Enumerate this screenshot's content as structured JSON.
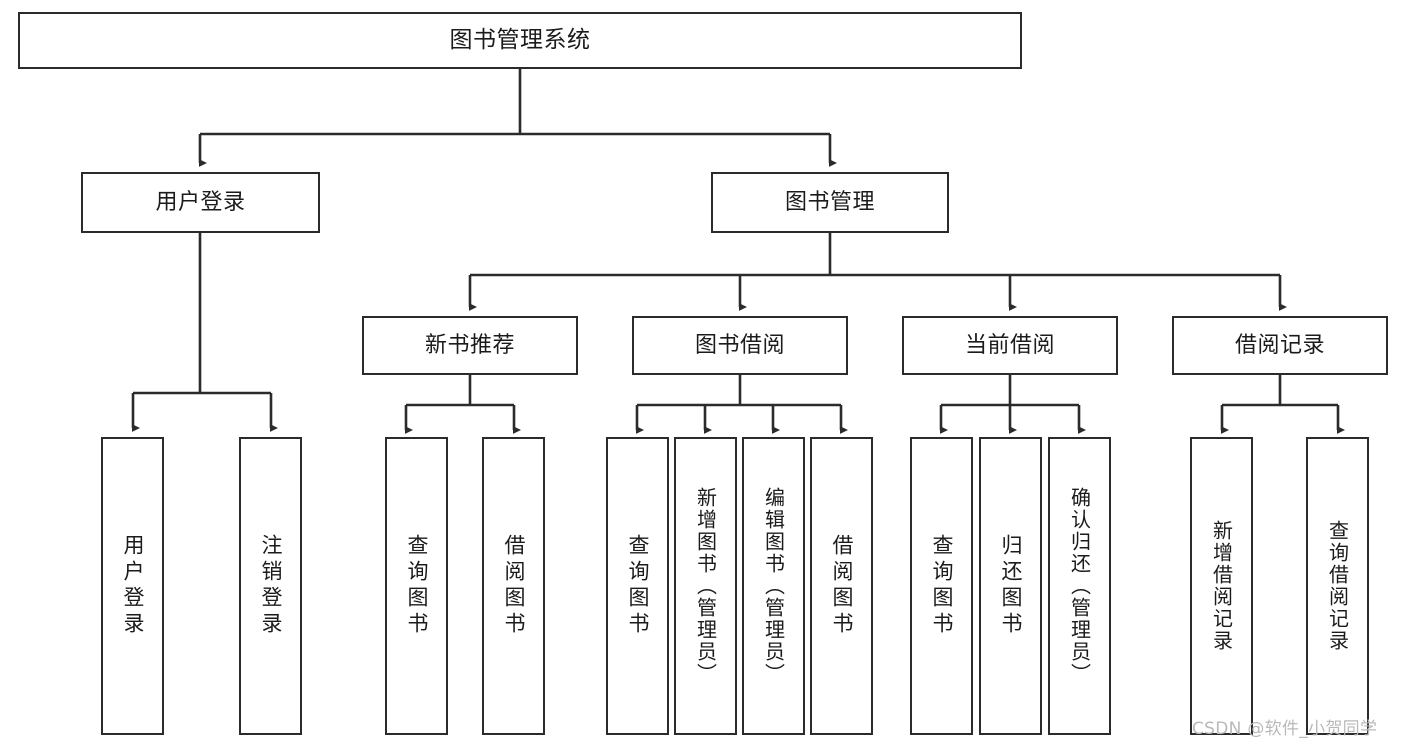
{
  "diagram": {
    "title": "图书管理系统",
    "type": "tree-hierarchy",
    "watermark": "CSDN @软件_小贺同学",
    "colors": {
      "stroke": "#2b2b2b",
      "fill": "#ffffff",
      "text": "#1b1b1b",
      "watermark": "#b9b9b9"
    },
    "root": {
      "id": "root",
      "label": "图书管理系统"
    },
    "level2": [
      {
        "id": "user-login",
        "label": "用户登录"
      },
      {
        "id": "book-management",
        "label": "图书管理"
      }
    ],
    "level3": [
      {
        "id": "new-book-recommend",
        "label": "新书推荐"
      },
      {
        "id": "book-borrow",
        "label": "图书借阅"
      },
      {
        "id": "current-borrow",
        "label": "当前借阅"
      },
      {
        "id": "borrow-record",
        "label": "借阅记录"
      }
    ],
    "leaves": [
      {
        "id": "leaf-user-login",
        "label": "用户登录",
        "parent": "user-login"
      },
      {
        "id": "leaf-logout",
        "label": "注销登录",
        "parent": "user-login"
      },
      {
        "id": "leaf-query-book-1",
        "label": "查询图书",
        "parent": "new-book-recommend"
      },
      {
        "id": "leaf-borrow-book-1",
        "label": "借阅图书",
        "parent": "new-book-recommend"
      },
      {
        "id": "leaf-query-book-2",
        "label": "查询图书",
        "parent": "book-borrow"
      },
      {
        "id": "leaf-add-book",
        "label": "新增图书（管理员）",
        "parent": "book-borrow"
      },
      {
        "id": "leaf-edit-book",
        "label": "编辑图书（管理员）",
        "parent": "book-borrow"
      },
      {
        "id": "leaf-borrow-book-2",
        "label": "借阅图书",
        "parent": "book-borrow"
      },
      {
        "id": "leaf-query-book-3",
        "label": "查询图书",
        "parent": "current-borrow"
      },
      {
        "id": "leaf-return-book",
        "label": "归还图书",
        "parent": "current-borrow"
      },
      {
        "id": "leaf-confirm-return",
        "label": "确认归还（管理员）",
        "parent": "current-borrow"
      },
      {
        "id": "leaf-add-record",
        "label": "新增借阅记录",
        "parent": "borrow-record"
      },
      {
        "id": "leaf-query-record",
        "label": "查询借阅记录",
        "parent": "borrow-record"
      }
    ]
  }
}
